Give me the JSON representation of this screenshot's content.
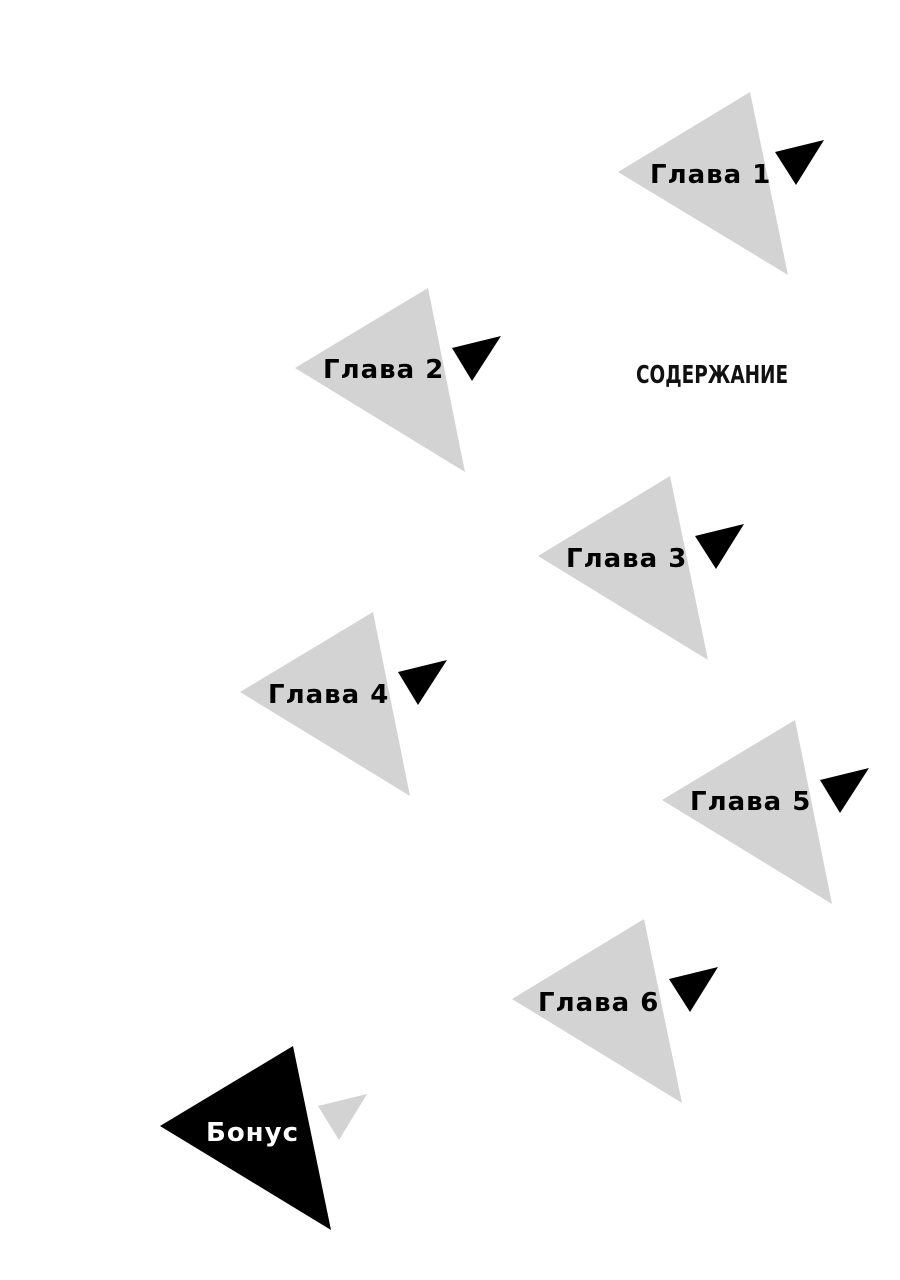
{
  "toc": {
    "title": "СОДЕРЖАНИЕ",
    "colors": {
      "primary_fill": "#d3d3d3",
      "accent_fill": "#000000",
      "text_dark": "#000000",
      "text_light": "#ffffff"
    },
    "entries": [
      {
        "label": "Глава 1",
        "style": "gray"
      },
      {
        "label": "Глава 2",
        "style": "gray"
      },
      {
        "label": "Глава 3",
        "style": "gray"
      },
      {
        "label": "Глава 4",
        "style": "gray"
      },
      {
        "label": "Глава 5",
        "style": "gray"
      },
      {
        "label": "Глава 6",
        "style": "gray"
      },
      {
        "label": "Бонус",
        "style": "black"
      }
    ]
  }
}
